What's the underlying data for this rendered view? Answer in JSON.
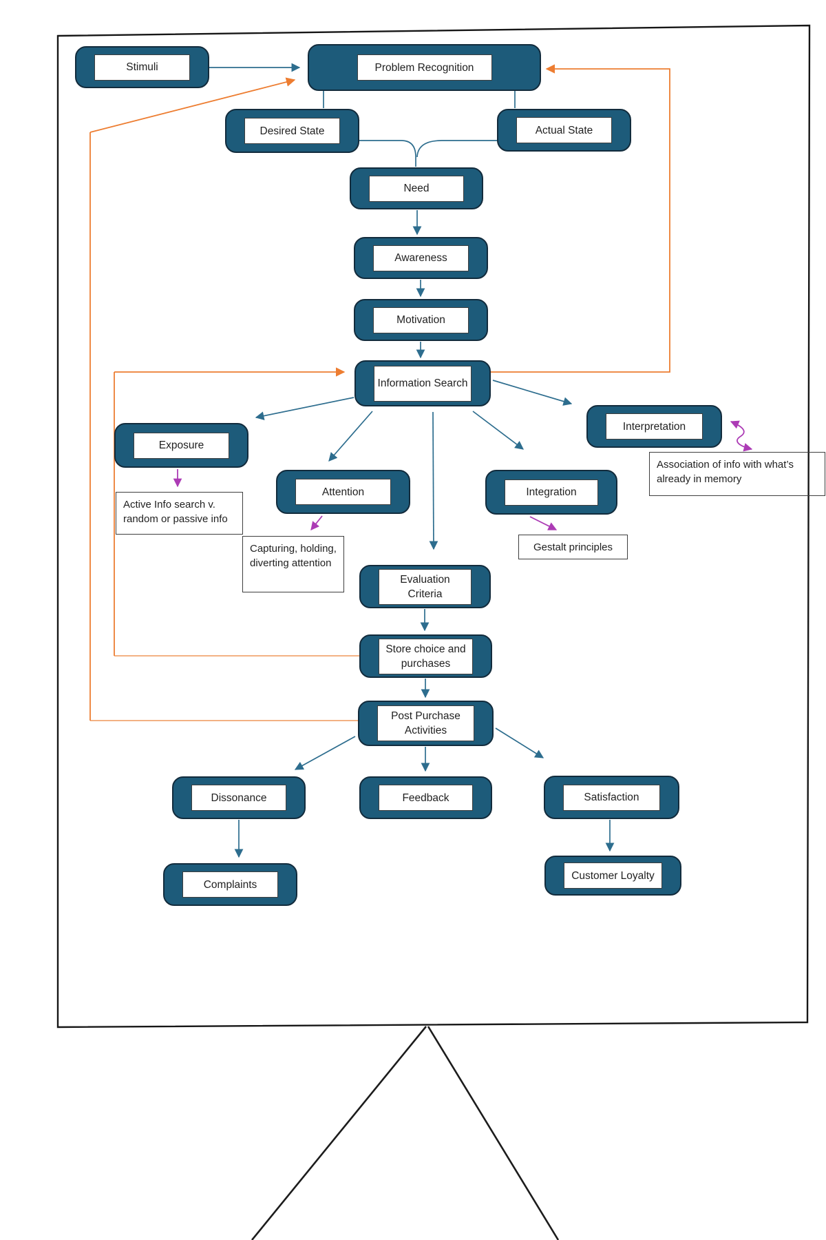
{
  "diagram": {
    "nodes": {
      "stimuli": {
        "label": "Stimuli"
      },
      "problem_recognition": {
        "label": "Problem Recognition"
      },
      "desired_state": {
        "label": "Desired State"
      },
      "actual_state": {
        "label": "Actual State"
      },
      "need": {
        "label": "Need"
      },
      "awareness": {
        "label": "Awareness"
      },
      "motivation": {
        "label": "Motivation"
      },
      "information_search": {
        "label": "Information Search"
      },
      "exposure": {
        "label": "Exposure"
      },
      "interpretation": {
        "label": "Interpretation"
      },
      "attention": {
        "label": "Attention"
      },
      "integration": {
        "label": "Integration"
      },
      "evaluation_criteria": {
        "label": "Evaluation Criteria"
      },
      "store_choice": {
        "label": "Store choice and purchases"
      },
      "post_purchase": {
        "label": "Post Purchase Activities"
      },
      "dissonance": {
        "label": "Dissonance"
      },
      "feedback": {
        "label": "Feedback"
      },
      "satisfaction": {
        "label": "Satisfaction"
      },
      "complaints": {
        "label": "Complaints"
      },
      "customer_loyalty": {
        "label": "Customer Loyalty"
      }
    },
    "notes": {
      "active_info": {
        "text": "Active Info search v. random or passive info"
      },
      "capturing": {
        "text": "Capturing, holding, diverting attention"
      },
      "gestalt": {
        "text": "Gestalt principles"
      },
      "association": {
        "text": "Association of info with what’s already in memory"
      }
    },
    "edges": [
      {
        "from": "stimuli",
        "to": "problem_recognition",
        "color": "blue"
      },
      {
        "from": "problem_recognition",
        "to": "desired_state",
        "color": "blue"
      },
      {
        "from": "problem_recognition",
        "to": "actual_state",
        "color": "blue"
      },
      {
        "from": "desired_state",
        "to": "need",
        "color": "blue"
      },
      {
        "from": "actual_state",
        "to": "need",
        "color": "blue"
      },
      {
        "from": "need",
        "to": "awareness",
        "color": "blue"
      },
      {
        "from": "awareness",
        "to": "motivation",
        "color": "blue"
      },
      {
        "from": "motivation",
        "to": "information_search",
        "color": "blue"
      },
      {
        "from": "information_search",
        "to": "exposure",
        "color": "blue"
      },
      {
        "from": "information_search",
        "to": "attention",
        "color": "blue"
      },
      {
        "from": "information_search",
        "to": "evaluation_criteria",
        "color": "blue"
      },
      {
        "from": "information_search",
        "to": "integration",
        "color": "blue"
      },
      {
        "from": "information_search",
        "to": "interpretation",
        "color": "blue"
      },
      {
        "from": "evaluation_criteria",
        "to": "store_choice",
        "color": "blue"
      },
      {
        "from": "store_choice",
        "to": "post_purchase",
        "color": "blue"
      },
      {
        "from": "post_purchase",
        "to": "dissonance",
        "color": "blue"
      },
      {
        "from": "post_purchase",
        "to": "feedback",
        "color": "blue"
      },
      {
        "from": "post_purchase",
        "to": "satisfaction",
        "color": "blue"
      },
      {
        "from": "dissonance",
        "to": "complaints",
        "color": "blue"
      },
      {
        "from": "satisfaction",
        "to": "customer_loyalty",
        "color": "blue"
      },
      {
        "from": "exposure",
        "to": "note:active_info",
        "color": "purple"
      },
      {
        "from": "attention",
        "to": "note:capturing",
        "color": "purple"
      },
      {
        "from": "integration",
        "to": "note:gestalt",
        "color": "purple"
      },
      {
        "from": "interpretation",
        "to": "note:association",
        "color": "purple",
        "bidirectional": true
      },
      {
        "from": "post_purchase",
        "to": "problem_recognition",
        "color": "orange",
        "type": "feedback-loop"
      },
      {
        "from": "store_choice",
        "to": "information_search",
        "color": "orange",
        "type": "feedback-loop"
      },
      {
        "from": "information_search",
        "to": "problem_recognition",
        "color": "orange",
        "type": "feedback-loop"
      }
    ],
    "colors": {
      "node_fill": "#1d5b7a",
      "node_border": "#122b3c",
      "label_bg": "#ffffff",
      "label_border": "#3d3d3d",
      "text": "#1f1f1f",
      "arrow_blue": "#2d6d8e",
      "arrow_orange": "#ED7D31",
      "arrow_orange_pale": "#F3B183",
      "arrow_purple": "#AC3BB5",
      "board_border": "#161616"
    }
  }
}
